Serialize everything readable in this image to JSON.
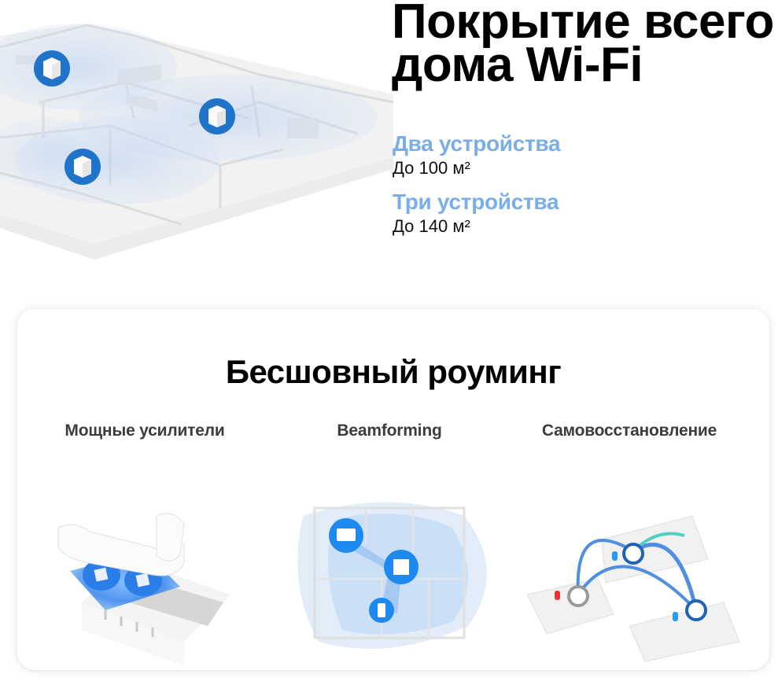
{
  "hero": {
    "title_line1": "Покрытие всего",
    "title_line2": "дома Wi-Fi",
    "illustration": "house-floorplan-mesh-coverage",
    "nodes": 3,
    "coverage": [
      {
        "label": "Два устройства",
        "value": "До 100 м²"
      },
      {
        "label": "Три устройства",
        "value": "До 140 м²"
      }
    ]
  },
  "roaming": {
    "title": "Бесшовный роуминг",
    "features": [
      {
        "label": "Мощные усилители",
        "image": "amplifier-chip-illustration"
      },
      {
        "label": "Beamforming",
        "image": "beamforming-floorplan-illustration"
      },
      {
        "label": "Самовосстановление",
        "image": "self-healing-mesh-illustration"
      }
    ]
  },
  "colors": {
    "accent_light_blue": "#7aaee8",
    "node_blue": "#1f73c9",
    "coverage_blue": "#cfe0f6",
    "text": "#000000",
    "feature_text": "#3c3c3c"
  }
}
